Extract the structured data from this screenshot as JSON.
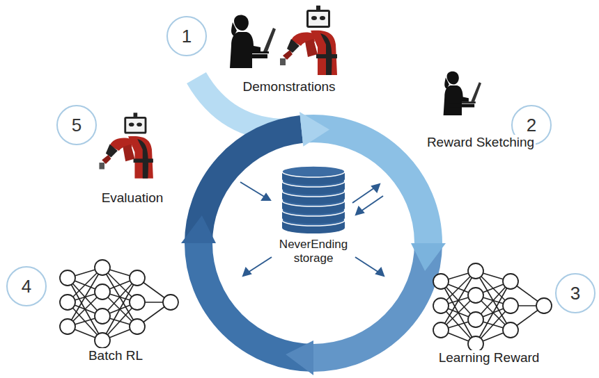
{
  "diagram": {
    "nodes": [
      {
        "text": [
          "1"
        ]
      },
      {
        "text": [
          "2"
        ]
      },
      {
        "text": [
          "3"
        ]
      },
      {
        "text": [
          "4"
        ]
      },
      {
        "text": [
          "5"
        ]
      },
      {
        "text": [
          "NeverEnding storage"
        ]
      }
    ],
    "labels": [
      "Demonstrations",
      "Reward Sketching",
      "Learning Reward",
      "Batch RL",
      "Evaluation"
    ]
  }
}
